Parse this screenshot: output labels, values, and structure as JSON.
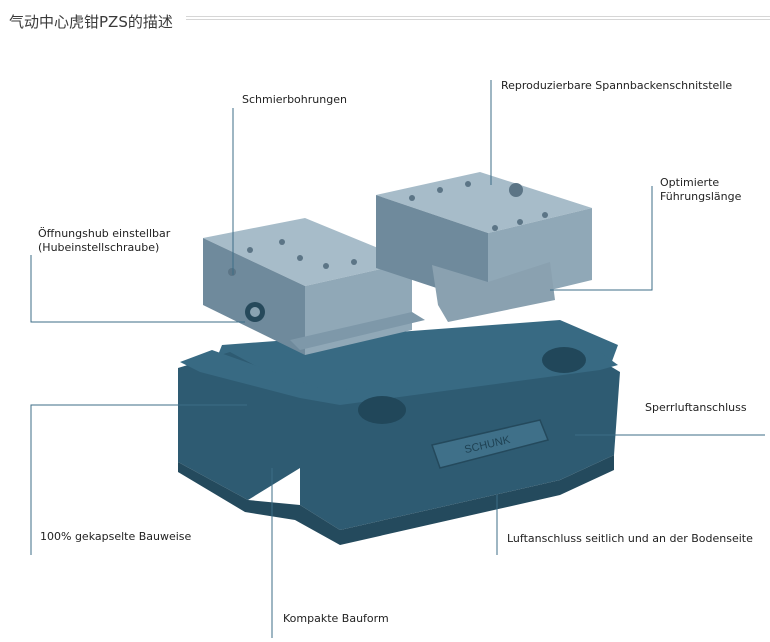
{
  "title": "气动中心虎钳PZS的描述",
  "colors": {
    "body_dark": "#2e5b72",
    "body_mid": "#386a83",
    "jaw_light": "#a7bcc9",
    "jaw_mid": "#90a8b7",
    "jaw_dark": "#6f8a9c",
    "leader_line": "#3c6d87"
  },
  "nameplate_text": "SCHUNK",
  "labels": {
    "schmierbohrungen": "Schmierbohrungen",
    "reproduzierbare": "Reproduzierbare Spannbackenschnitstelle",
    "optimierte_1": "Optimierte",
    "optimierte_2": "Führungslänge",
    "oeffnungshub_1": "Öffnungshub einstellbar",
    "oeffnungshub_2": "(Hubeinstellschraube)",
    "sperrluft": "Sperrluftanschluss",
    "gekapselt": "100% gekapselte Bauweise",
    "luftanschluss": "Luftanschluss seitlich und an der Bodenseite",
    "kompakt": "Kompakte Bauform"
  }
}
